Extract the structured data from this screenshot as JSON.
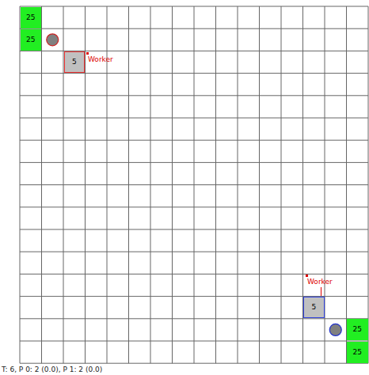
{
  "diagram": {
    "caption": "T: 6, P 0: 2 (0.0), P 1: 2 (0.0)",
    "nodes": [
      {
        "text": [
          "25"
        ]
      },
      {
        "text": [
          "25"
        ]
      },
      {
        "text": [
          "5"
        ]
      },
      {
        "text": [
          "5"
        ]
      },
      {
        "text": [
          "25"
        ]
      },
      {
        "text": [
          "25"
        ]
      }
    ],
    "labels": [
      "Worker",
      "Worker"
    ]
  }
}
